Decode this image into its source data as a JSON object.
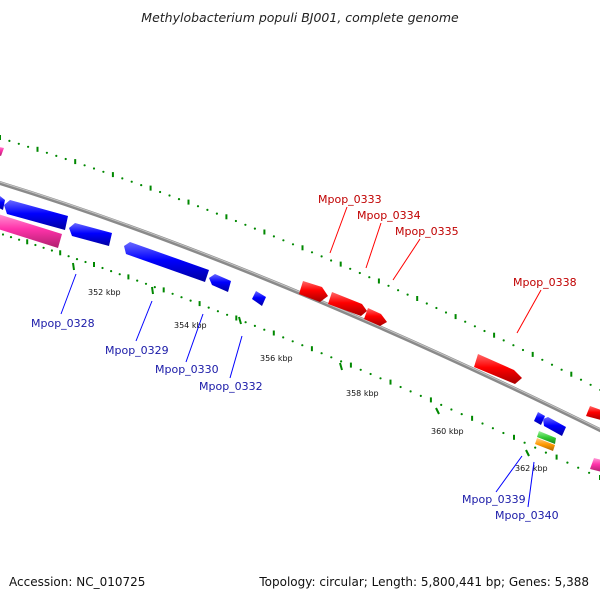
{
  "title": "Methylobacterium populi BJ001, complete genome",
  "accession_text": "Accession: NC_010725",
  "summary_text": "Topology: circular; Length: 5,800,441 bp; Genes: 5,388",
  "colors": {
    "backbone": "#8a8a8a",
    "forward_gene": "#ff0000",
    "reverse_gene": "#0000ff",
    "rna_pink": "#ff33aa",
    "rna_green": "#33cc33",
    "rna_orange": "#ff9900",
    "tick_mark": "#008800",
    "label_forward": "#c00000",
    "label_reverse": "#1a1aa8"
  },
  "scale_labels": [
    "352 kbp",
    "354 kbp",
    "356 kbp",
    "358 kbp",
    "360 kbp",
    "362 kbp"
  ],
  "forward_labels": [
    "Mpop_0333",
    "Mpop_0334",
    "Mpop_0335",
    "Mpop_0338"
  ],
  "reverse_labels": [
    "Mpop_0328",
    "Mpop_0329",
    "Mpop_0330",
    "Mpop_0332",
    "Mpop_0339",
    "Mpop_0340"
  ]
}
